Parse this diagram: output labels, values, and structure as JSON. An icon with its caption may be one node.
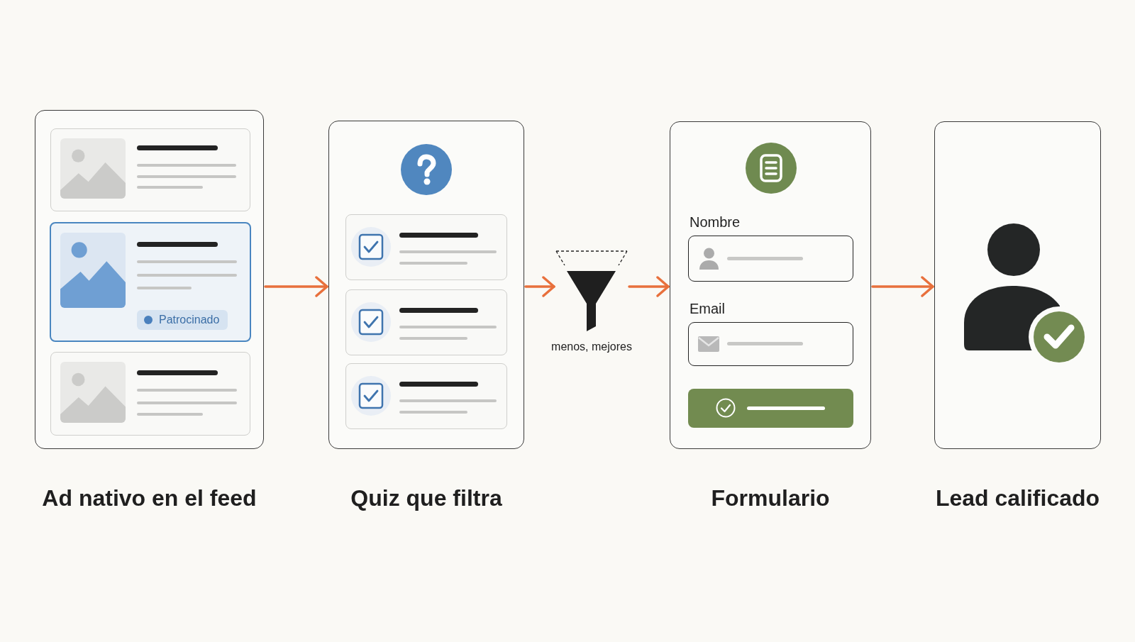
{
  "diagram": {
    "nodes": [
      {
        "text": [
          "Ad nativo en el feed"
        ]
      },
      {
        "text": [
          "Patrocinado"
        ],
        "in": 0
      },
      {
        "text": [
          "Quiz que filtra"
        ]
      },
      {
        "text": [],
        "shape": "funnel",
        "beside": [
          "menos, mejores"
        ]
      },
      {
        "text": [
          "Formulario"
        ]
      },
      {
        "text": [
          "Nombre"
        ],
        "in": 4
      },
      {
        "text": [
          "Email"
        ],
        "in": 4
      },
      {
        "text": [
          "Lead calificado"
        ]
      }
    ],
    "edges": [
      {
        "from": 0,
        "to": 2,
        "arrow": "to"
      },
      {
        "from": 2,
        "to": 3,
        "arrow": "to"
      },
      {
        "from": 3,
        "to": 4,
        "arrow": "to"
      },
      {
        "from": 4,
        "to": 7,
        "arrow": "to"
      }
    ]
  }
}
